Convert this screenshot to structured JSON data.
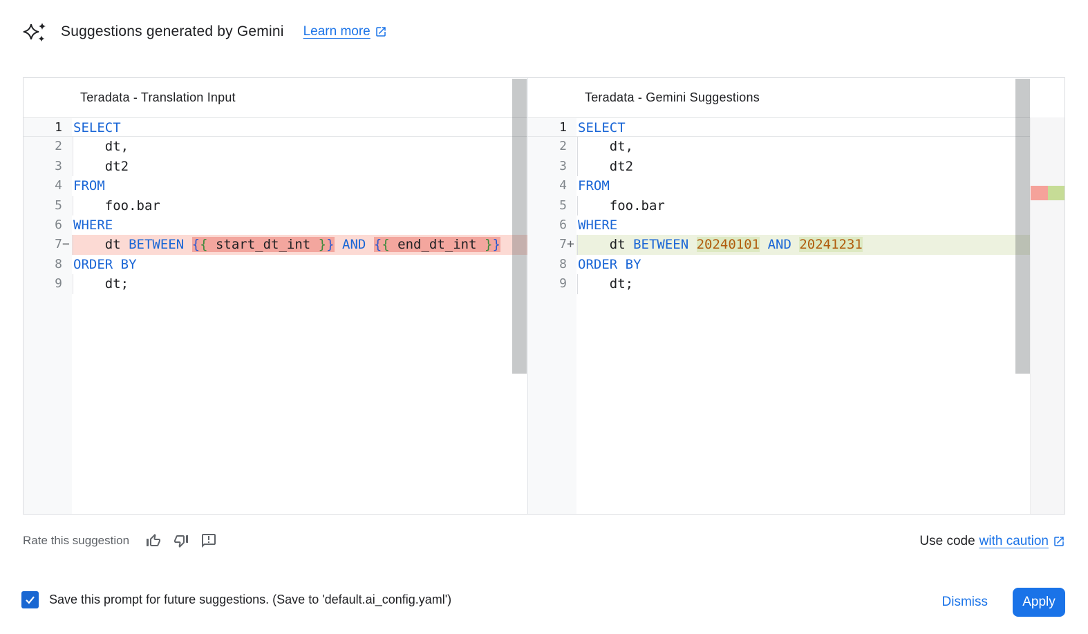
{
  "header": {
    "title": "Suggestions generated by Gemini",
    "learn_more": "Learn more"
  },
  "panels": {
    "left": {
      "title": "Teradata - Translation Input",
      "lines": [
        {
          "num": "1",
          "active": true,
          "tokens": [
            {
              "t": "SELECT",
              "c": "kw"
            }
          ]
        },
        {
          "num": "2",
          "guide": true,
          "tokens": [
            {
              "t": "    dt,",
              "c": "txt"
            }
          ]
        },
        {
          "num": "3",
          "guide": true,
          "tokens": [
            {
              "t": "    dt2",
              "c": "txt"
            }
          ]
        },
        {
          "num": "4",
          "tokens": [
            {
              "t": "FROM",
              "c": "kw"
            }
          ]
        },
        {
          "num": "5",
          "guide": true,
          "tokens": [
            {
              "t": "    foo.bar",
              "c": "txt"
            }
          ]
        },
        {
          "num": "6",
          "tokens": [
            {
              "t": "WHERE",
              "c": "kw"
            }
          ]
        },
        {
          "num": "7",
          "sign": "−",
          "diff": "removed",
          "guide": true,
          "tokens": [
            {
              "t": "    dt ",
              "c": "txt"
            },
            {
              "t": "BETWEEN",
              "c": "kw"
            },
            {
              "t": " ",
              "c": "txt"
            },
            {
              "t": "{",
              "c": "brb",
              "seg": true
            },
            {
              "t": "{",
              "c": "brg",
              "seg": true
            },
            {
              "t": " start_dt_int ",
              "c": "txt",
              "seg": true
            },
            {
              "t": "}",
              "c": "brg",
              "seg": true
            },
            {
              "t": "}",
              "c": "brb",
              "seg": true
            },
            {
              "t": " ",
              "c": "txt"
            },
            {
              "t": "AND",
              "c": "kw"
            },
            {
              "t": " ",
              "c": "txt"
            },
            {
              "t": "{",
              "c": "brb",
              "seg": true
            },
            {
              "t": "{",
              "c": "brg",
              "seg": true
            },
            {
              "t": " end_dt_int ",
              "c": "txt",
              "seg": true
            },
            {
              "t": "}",
              "c": "brg",
              "seg": true
            },
            {
              "t": "}",
              "c": "brb",
              "seg": true
            }
          ]
        },
        {
          "num": "8",
          "tokens": [
            {
              "t": "ORDER BY",
              "c": "kw"
            }
          ]
        },
        {
          "num": "9",
          "guide": true,
          "tokens": [
            {
              "t": "    dt;",
              "c": "txt"
            }
          ]
        }
      ]
    },
    "right": {
      "title": "Teradata - Gemini Suggestions",
      "lines": [
        {
          "num": "1",
          "active": true,
          "tokens": [
            {
              "t": "SELECT",
              "c": "kw"
            }
          ]
        },
        {
          "num": "2",
          "guide": true,
          "tokens": [
            {
              "t": "    dt,",
              "c": "txt"
            }
          ]
        },
        {
          "num": "3",
          "guide": true,
          "tokens": [
            {
              "t": "    dt2",
              "c": "txt"
            }
          ]
        },
        {
          "num": "4",
          "tokens": [
            {
              "t": "FROM",
              "c": "kw"
            }
          ]
        },
        {
          "num": "5",
          "guide": true,
          "tokens": [
            {
              "t": "    foo.bar",
              "c": "txt"
            }
          ]
        },
        {
          "num": "6",
          "tokens": [
            {
              "t": "WHERE",
              "c": "kw"
            }
          ]
        },
        {
          "num": "7",
          "sign": "+",
          "diff": "added",
          "guide": true,
          "tokens": [
            {
              "t": "    dt ",
              "c": "txt"
            },
            {
              "t": "BETWEEN",
              "c": "kw"
            },
            {
              "t": " ",
              "c": "txt"
            },
            {
              "t": "20240101",
              "c": "num",
              "seg": true
            },
            {
              "t": " ",
              "c": "txt"
            },
            {
              "t": "AND",
              "c": "kw"
            },
            {
              "t": " ",
              "c": "txt"
            },
            {
              "t": "20241231",
              "c": "num",
              "seg": true
            }
          ]
        },
        {
          "num": "8",
          "tokens": [
            {
              "t": "ORDER BY",
              "c": "kw"
            }
          ]
        },
        {
          "num": "9",
          "guide": true,
          "tokens": [
            {
              "t": "    dt;",
              "c": "txt"
            }
          ]
        }
      ]
    }
  },
  "footer": {
    "rate_label": "Rate this suggestion",
    "use_code_prefix": "Use code",
    "use_code_link": "with caution"
  },
  "bottom": {
    "checkbox_checked": true,
    "save_label": "Save this prompt for future suggestions. (Save to 'default.ai_config.yaml')",
    "dismiss": "Dismiss",
    "apply": "Apply"
  },
  "colors": {
    "accent_blue": "#1a73e8",
    "keyword_blue": "#1a66d6",
    "number_orange": "#b05c0c",
    "removed_line_bg": "#fcdad4",
    "removed_segment_bg": "#f3a69e",
    "added_line_bg": "#edf2df",
    "added_segment_bg": "#dde9c2",
    "checkbox_blue": "#1967d2"
  }
}
